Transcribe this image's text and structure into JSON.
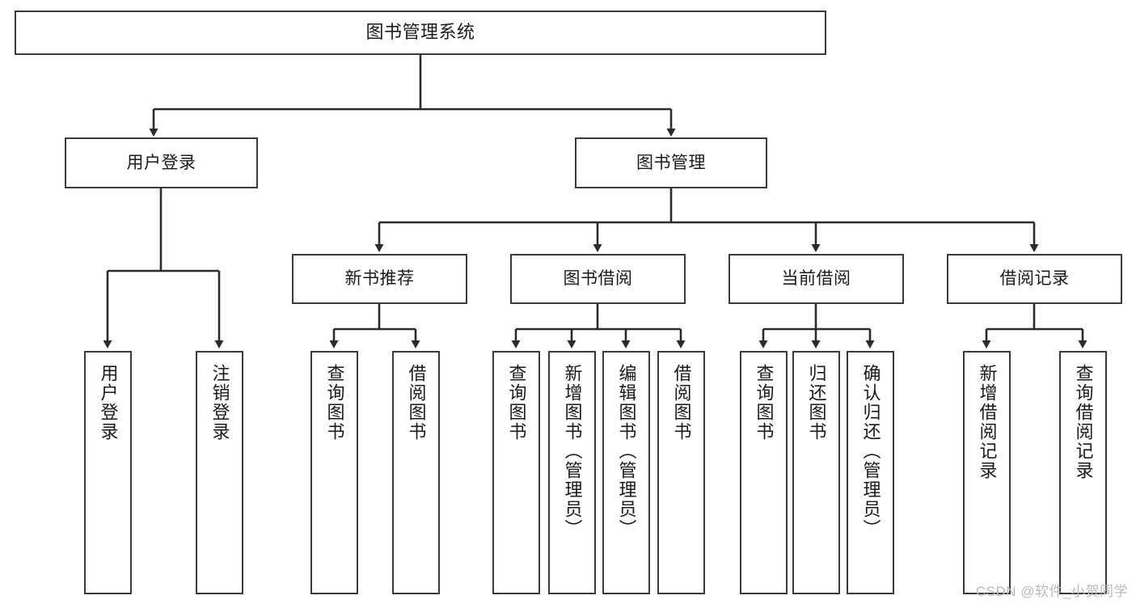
{
  "diagram": {
    "title": "图书管理系统",
    "type": "tree",
    "watermark": "CSDN @软件_小贺同学",
    "colors": {
      "box_border": "#3a3a3a",
      "box_fill": "#ffffff",
      "edge": "#2b2b2b",
      "text": "#1a1a1a",
      "watermark": "#b9b9b9",
      "background": "#ffffff"
    },
    "nodes": {
      "root": {
        "label": "图书管理系统"
      },
      "level2": [
        {
          "id": "user_login",
          "label": "用户登录"
        },
        {
          "id": "book_manage",
          "label": "图书管理"
        }
      ],
      "level3": [
        {
          "id": "new_book_rec",
          "label": "新书推荐"
        },
        {
          "id": "book_borrow",
          "label": "图书借阅"
        },
        {
          "id": "current_borrow",
          "label": "当前借阅"
        },
        {
          "id": "borrow_record",
          "label": "借阅记录"
        }
      ],
      "leaves": {
        "user_login": [
          {
            "id": "leaf_user_login",
            "label": "用户登录"
          },
          {
            "id": "leaf_logout",
            "label": "注销登录"
          }
        ],
        "new_book_rec": [
          {
            "id": "leaf_query_book_1",
            "label": "查询图书"
          },
          {
            "id": "leaf_borrow_book_1",
            "label": "借阅图书"
          }
        ],
        "book_borrow": [
          {
            "id": "leaf_query_book_2",
            "label": "查询图书"
          },
          {
            "id": "leaf_add_book",
            "label": "新增图书（管理员）"
          },
          {
            "id": "leaf_edit_book",
            "label": "编辑图书（管理员）"
          },
          {
            "id": "leaf_borrow_book_2",
            "label": "借阅图书"
          }
        ],
        "current_borrow": [
          {
            "id": "leaf_query_book_3",
            "label": "查询图书"
          },
          {
            "id": "leaf_return_book",
            "label": "归还图书"
          },
          {
            "id": "leaf_confirm_return",
            "label": "确认归还（管理员）"
          }
        ],
        "borrow_record": [
          {
            "id": "leaf_add_record",
            "label": "新增借阅记录"
          },
          {
            "id": "leaf_query_record",
            "label": "查询借阅记录"
          }
        ]
      }
    }
  }
}
